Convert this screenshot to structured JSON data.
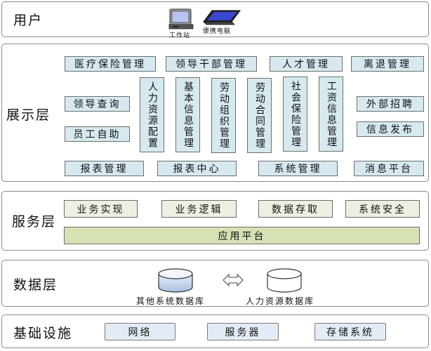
{
  "layers": {
    "user": {
      "title": "用户",
      "devices": [
        {
          "label": "工作站",
          "icon": "workstation-icon"
        },
        {
          "label": "便携电脑",
          "icon": "laptop-icon"
        }
      ]
    },
    "presentation": {
      "title": "展示层",
      "top_row": [
        "医疗保险管理",
        "领导干部管理",
        "人才管理",
        "离退管理"
      ],
      "left_column": [
        "领导查询",
        "员工自助"
      ],
      "vertical_modules": [
        "人力资源配置",
        "基本信息管理",
        "劳动组织管理",
        "劳动合同管理",
        "社会保险管理",
        "工资信息管理"
      ],
      "right_column": [
        "外部招聘",
        "信息发布"
      ],
      "bottom_row": [
        "报表管理",
        "报表中心",
        "系统管理",
        "消息平台"
      ]
    },
    "service": {
      "title": "服务层",
      "modules": [
        "业务实现",
        "业务逻辑",
        "数据存取",
        "系统安全"
      ],
      "platform": "应用平台"
    },
    "data": {
      "title": "数据层",
      "databases": [
        {
          "label": "其他系统数据库",
          "icon": "database-icon"
        },
        {
          "label": "人力资源数据库",
          "icon": "database-icon"
        }
      ],
      "connector": "bidirectional-arrow-icon"
    },
    "infrastructure": {
      "title": "基础设施",
      "items": [
        "网络",
        "服务器",
        "存储系统"
      ]
    }
  },
  "colors": {
    "presentation_box": "#d6e9ef",
    "service_box": "#ecefe2",
    "platform_box": "#d6e2b4",
    "infrastructure_box": "#e3ecf6",
    "border": "#8a8a8a"
  }
}
